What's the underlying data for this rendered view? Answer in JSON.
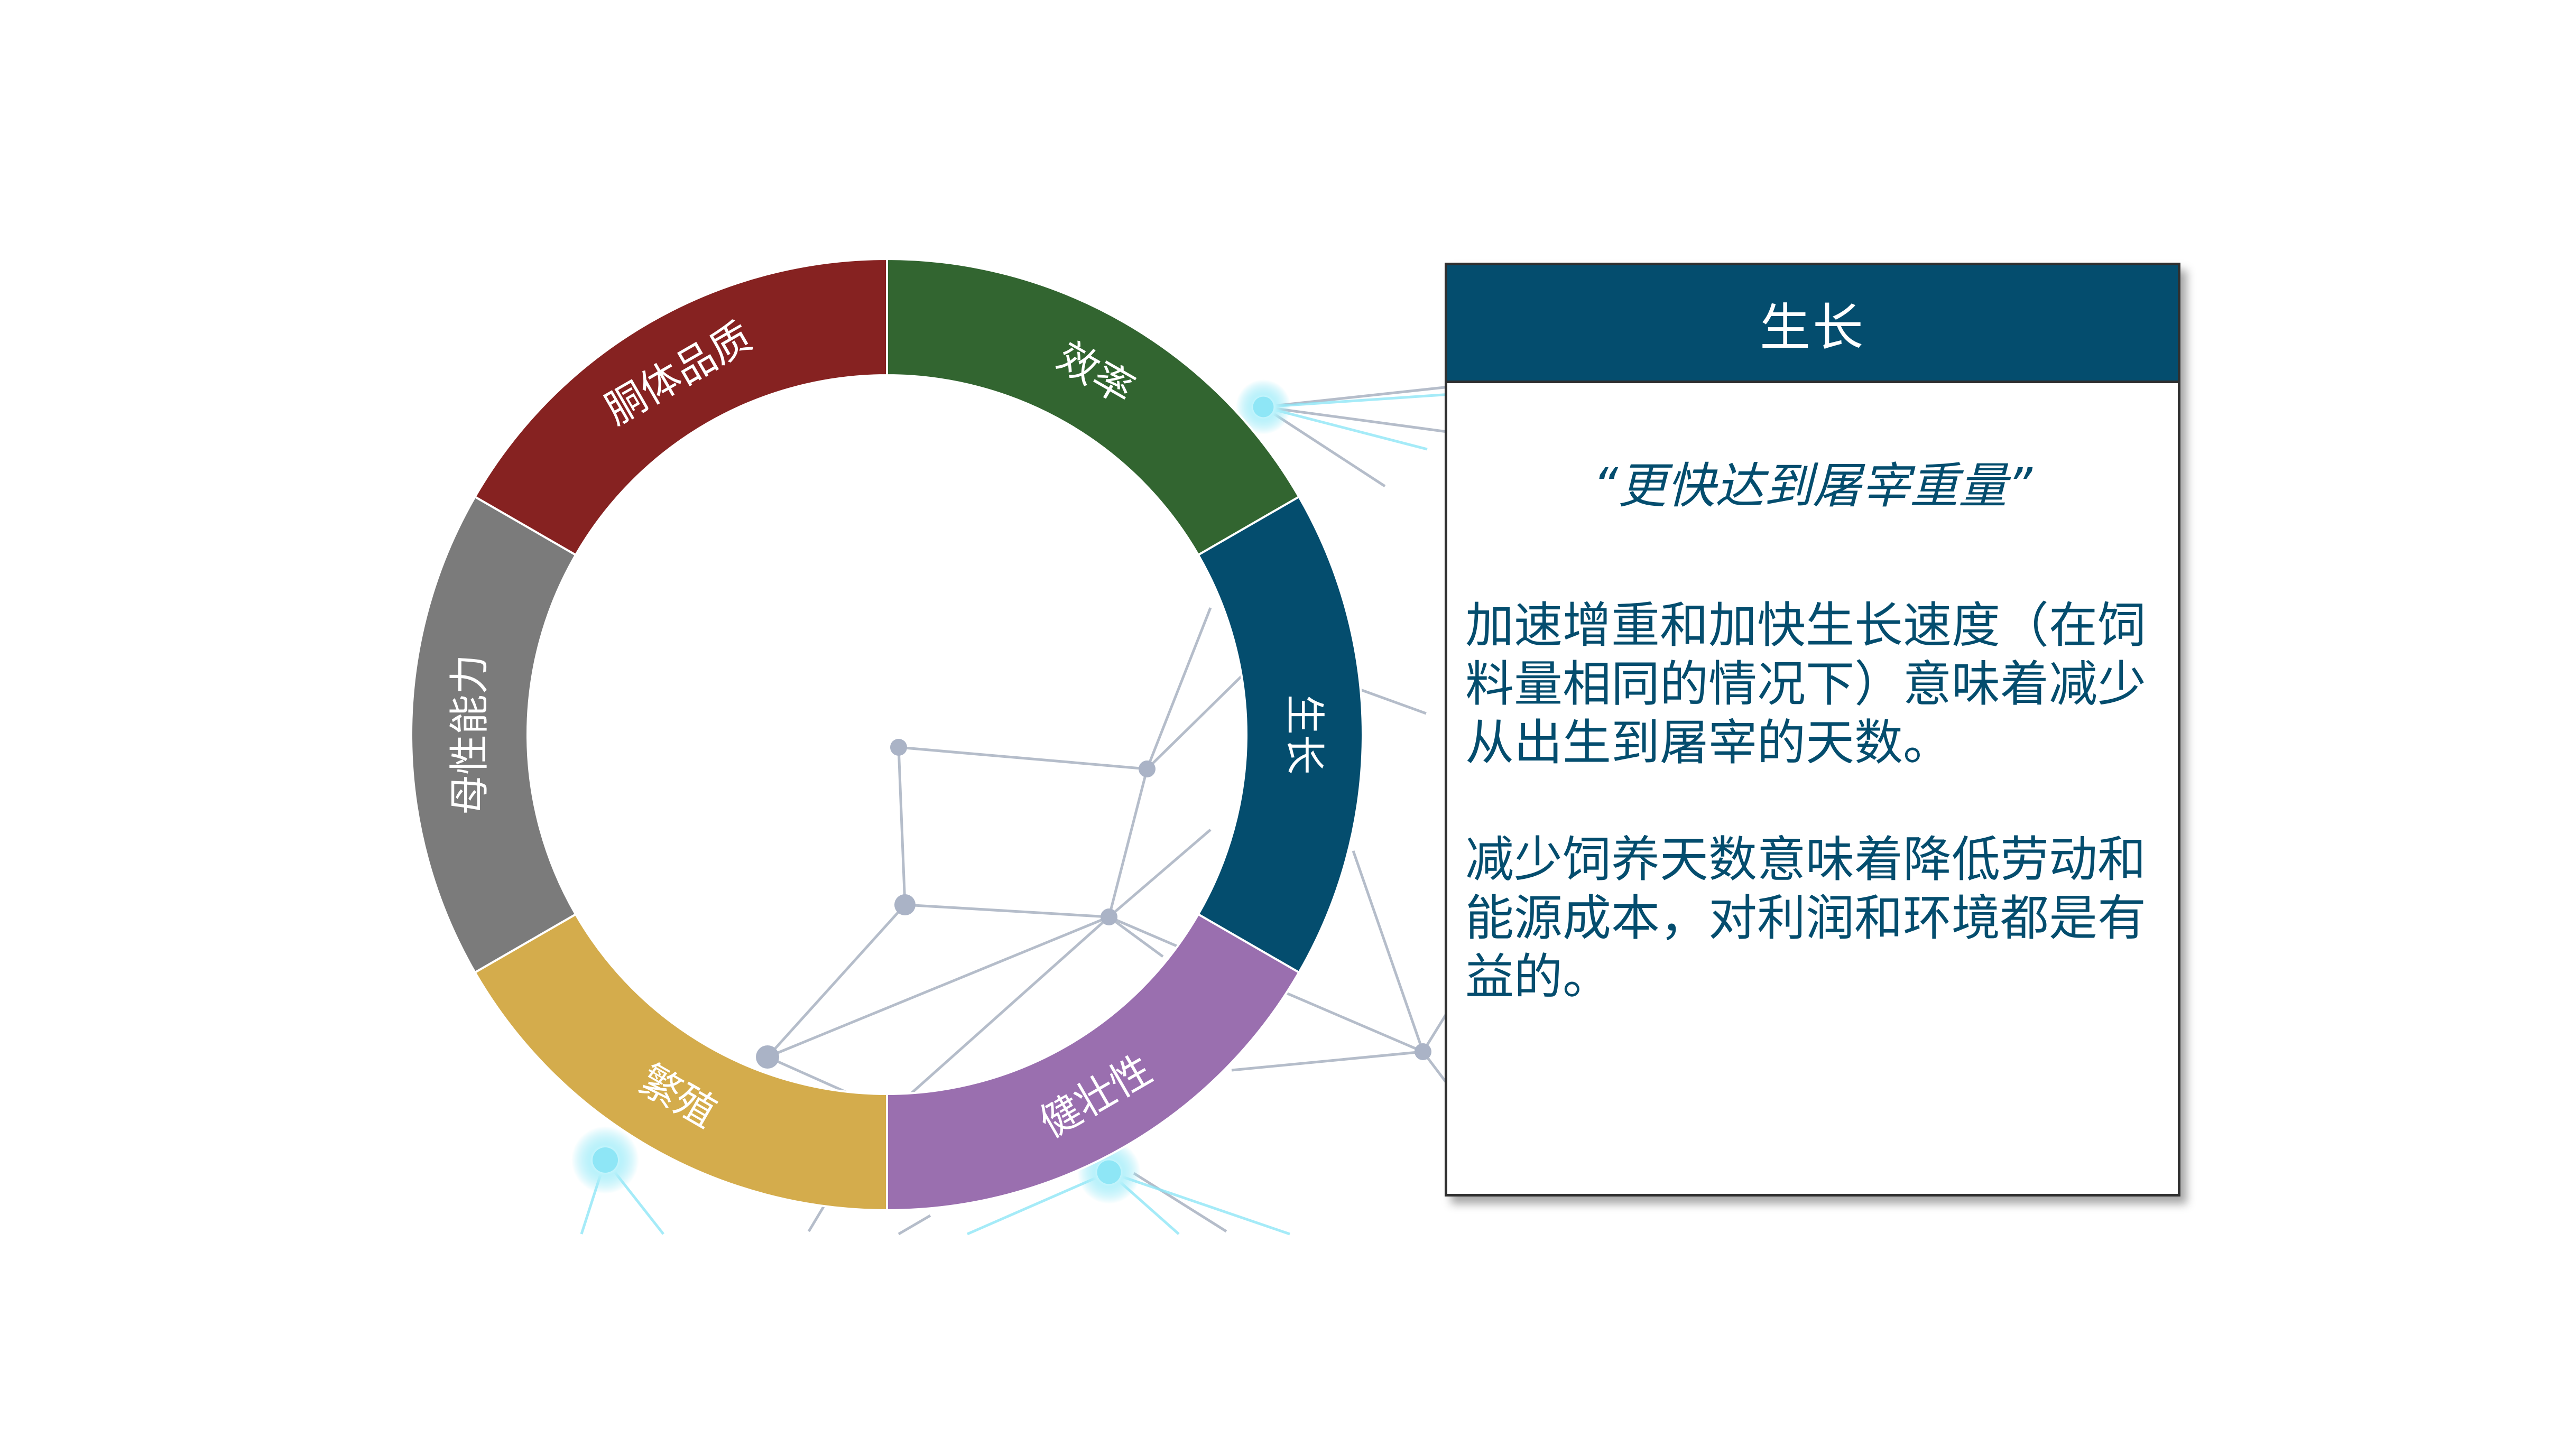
{
  "wheel": {
    "segments": [
      {
        "label": "效率",
        "color": "#326530"
      },
      {
        "label": "生长",
        "color": "#044d6e"
      },
      {
        "label": "健壮性",
        "color": "#9a6faf"
      },
      {
        "label": "繁殖",
        "color": "#d4ac4c"
      },
      {
        "label": "母性能力",
        "color": "#7b7b7b"
      },
      {
        "label": "胴体品质",
        "color": "#862221"
      }
    ],
    "network_line_color": "#b5bdca",
    "network_glow_color": "#8ee6f6"
  },
  "panel": {
    "title": "生长",
    "quote": "“更快达到屠宰重量”",
    "paragraph1": "加速增重和加快生长速度（在饲料量相同的情况下）意味着减少从出生到屠宰的天数。",
    "paragraph2": "减少饲养天数意味着降低劳动和能源成本，对利润和环境都是有益的。",
    "header_color": "#044d6e",
    "text_color": "#044d6e"
  }
}
